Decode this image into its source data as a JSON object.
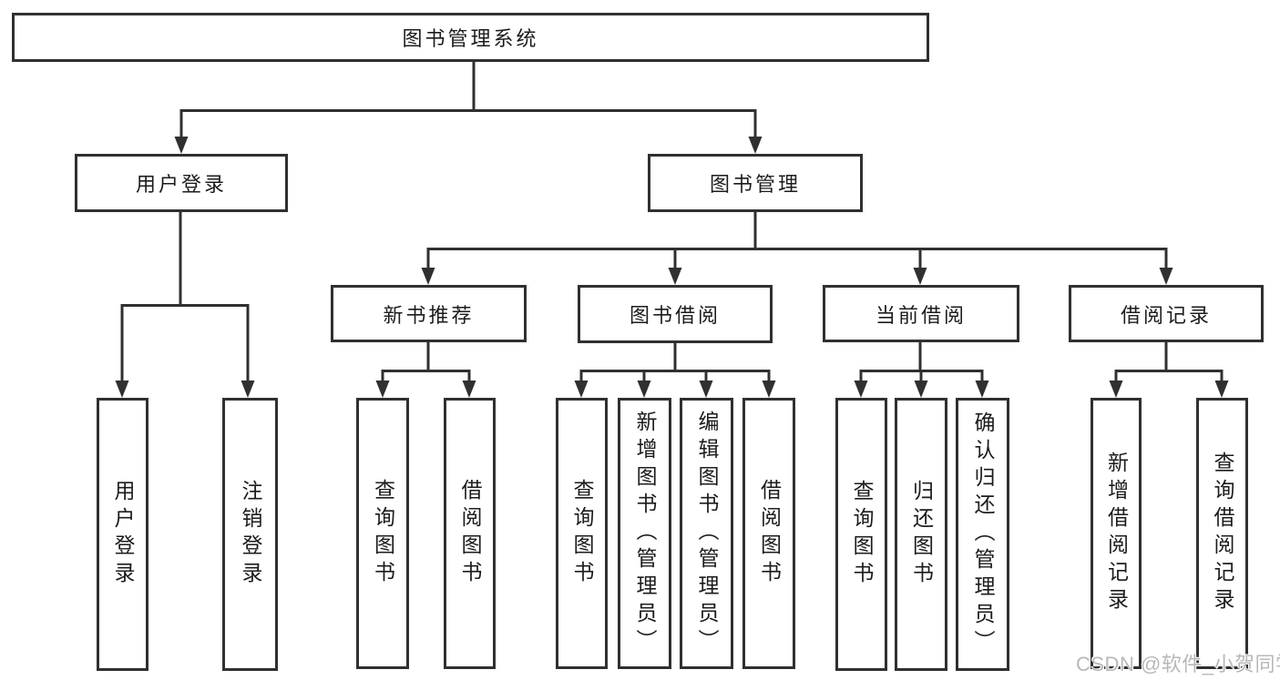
{
  "diagram": {
    "root": {
      "label": "图书管理系统"
    },
    "branches": [
      {
        "label": "用户登录",
        "children": [
          {
            "label": "用户登录"
          },
          {
            "label": "注销登录"
          }
        ]
      },
      {
        "label": "图书管理",
        "sections": [
          {
            "label": "新书推荐",
            "children": [
              {
                "label": "查询图书"
              },
              {
                "label": "借阅图书"
              }
            ]
          },
          {
            "label": "图书借阅",
            "children": [
              {
                "label": "查询图书"
              },
              {
                "label": "新增图书（管理员）"
              },
              {
                "label": "编辑图书（管理员）"
              },
              {
                "label": "借阅图书"
              }
            ]
          },
          {
            "label": "当前借阅",
            "children": [
              {
                "label": "查询图书"
              },
              {
                "label": "归还图书"
              },
              {
                "label": "确认归还（管理员）"
              }
            ]
          },
          {
            "label": "借阅记录",
            "children": [
              {
                "label": "新增借阅记录"
              },
              {
                "label": "查询借阅记录"
              }
            ]
          }
        ]
      }
    ]
  },
  "watermark": {
    "text": "CSDN @软件_小贺同学",
    "color": "#b8b8b8"
  },
  "colors": {
    "line": "#303030",
    "text": "#1c1c1c",
    "box_background": "#ffffff",
    "page_background": "#ffffff"
  }
}
